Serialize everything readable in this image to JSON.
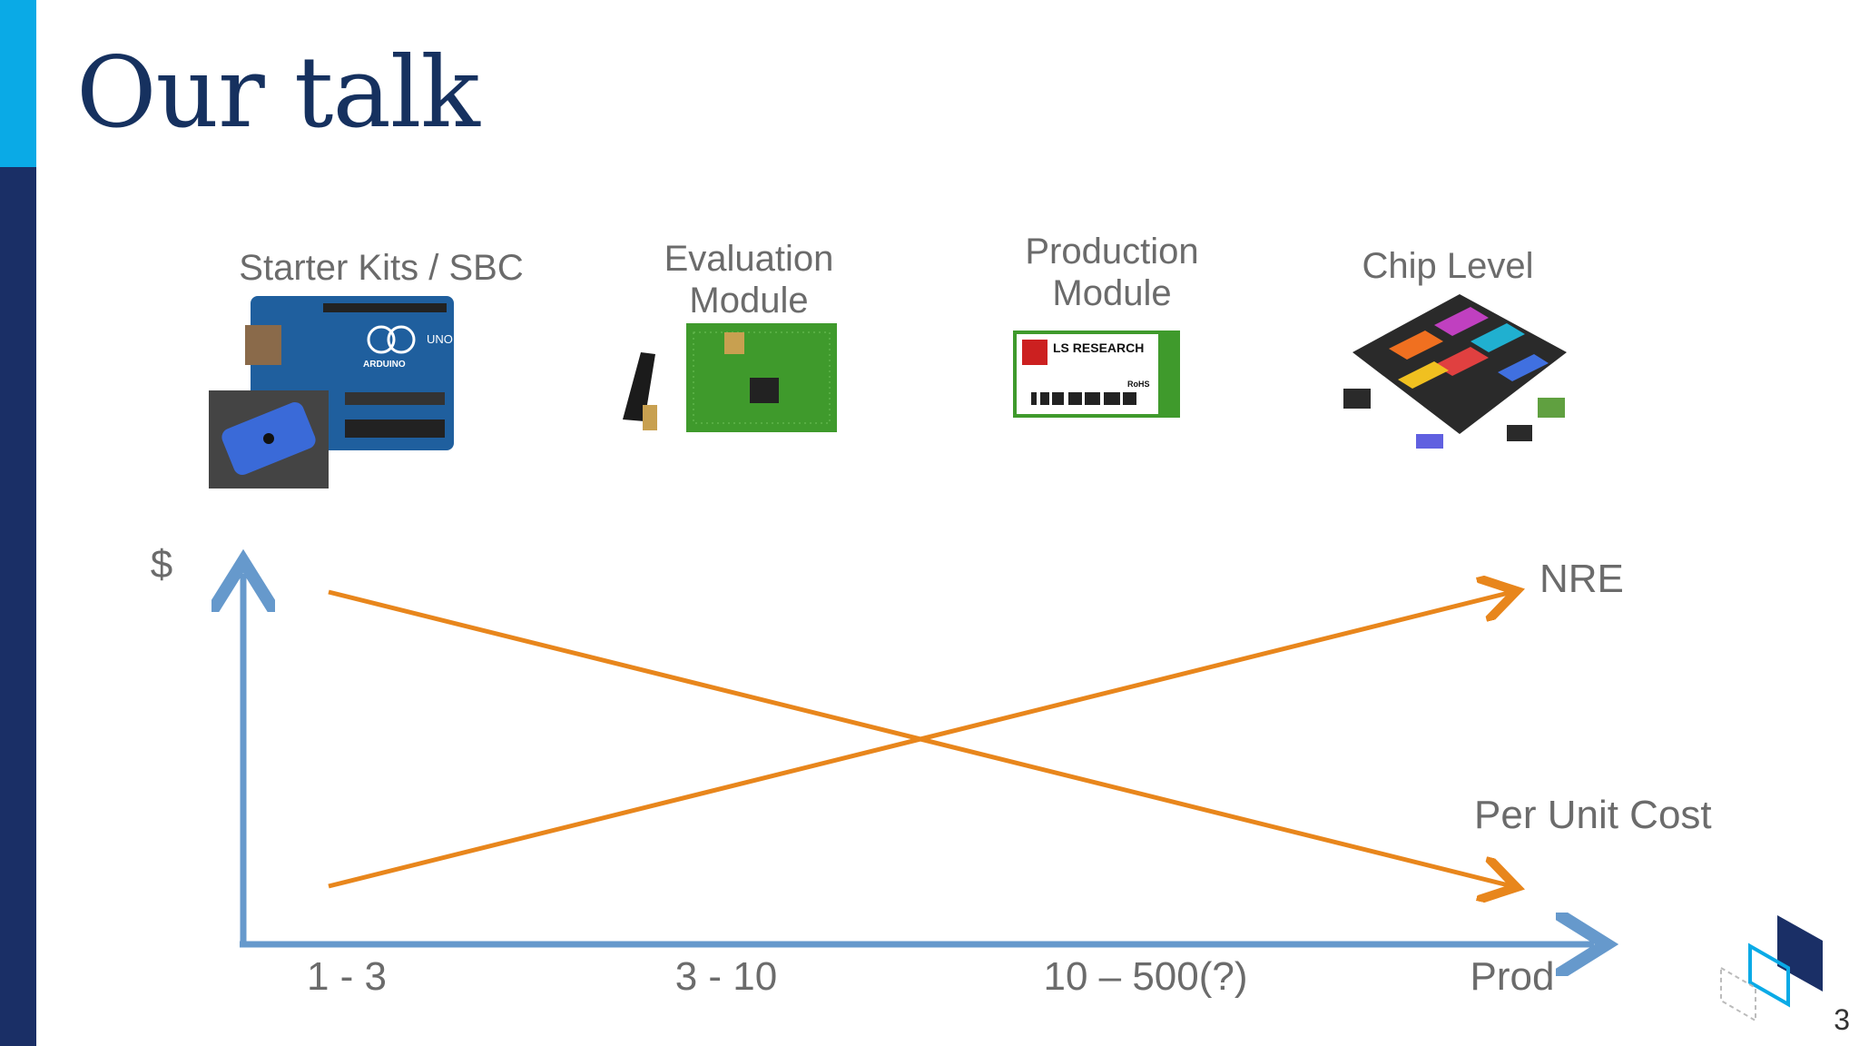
{
  "slide": {
    "title": "Our talk",
    "page_number": "3"
  },
  "categories": [
    {
      "label": "Starter Kits / SBC"
    },
    {
      "label": "Evaluation\nModule"
    },
    {
      "label": "Production\nModule"
    },
    {
      "label": "Chip Level"
    }
  ],
  "images": {
    "board_text": "UNO",
    "board_brand": "ARDUINO",
    "module_brand": "LS RESEARCH",
    "module_mark": "RoHS"
  },
  "chart_data": {
    "type": "line",
    "ylabel": "$",
    "categories": [
      "1 - 3",
      "3 - 10",
      "10 – 500(?)",
      "Prod"
    ],
    "series": [
      {
        "name": "NRE",
        "values": [
          1,
          4
        ]
      },
      {
        "name": "Per Unit Cost",
        "values": [
          4,
          1
        ]
      }
    ],
    "series_color": "#e8861c",
    "axis_color": "#6699cc"
  }
}
